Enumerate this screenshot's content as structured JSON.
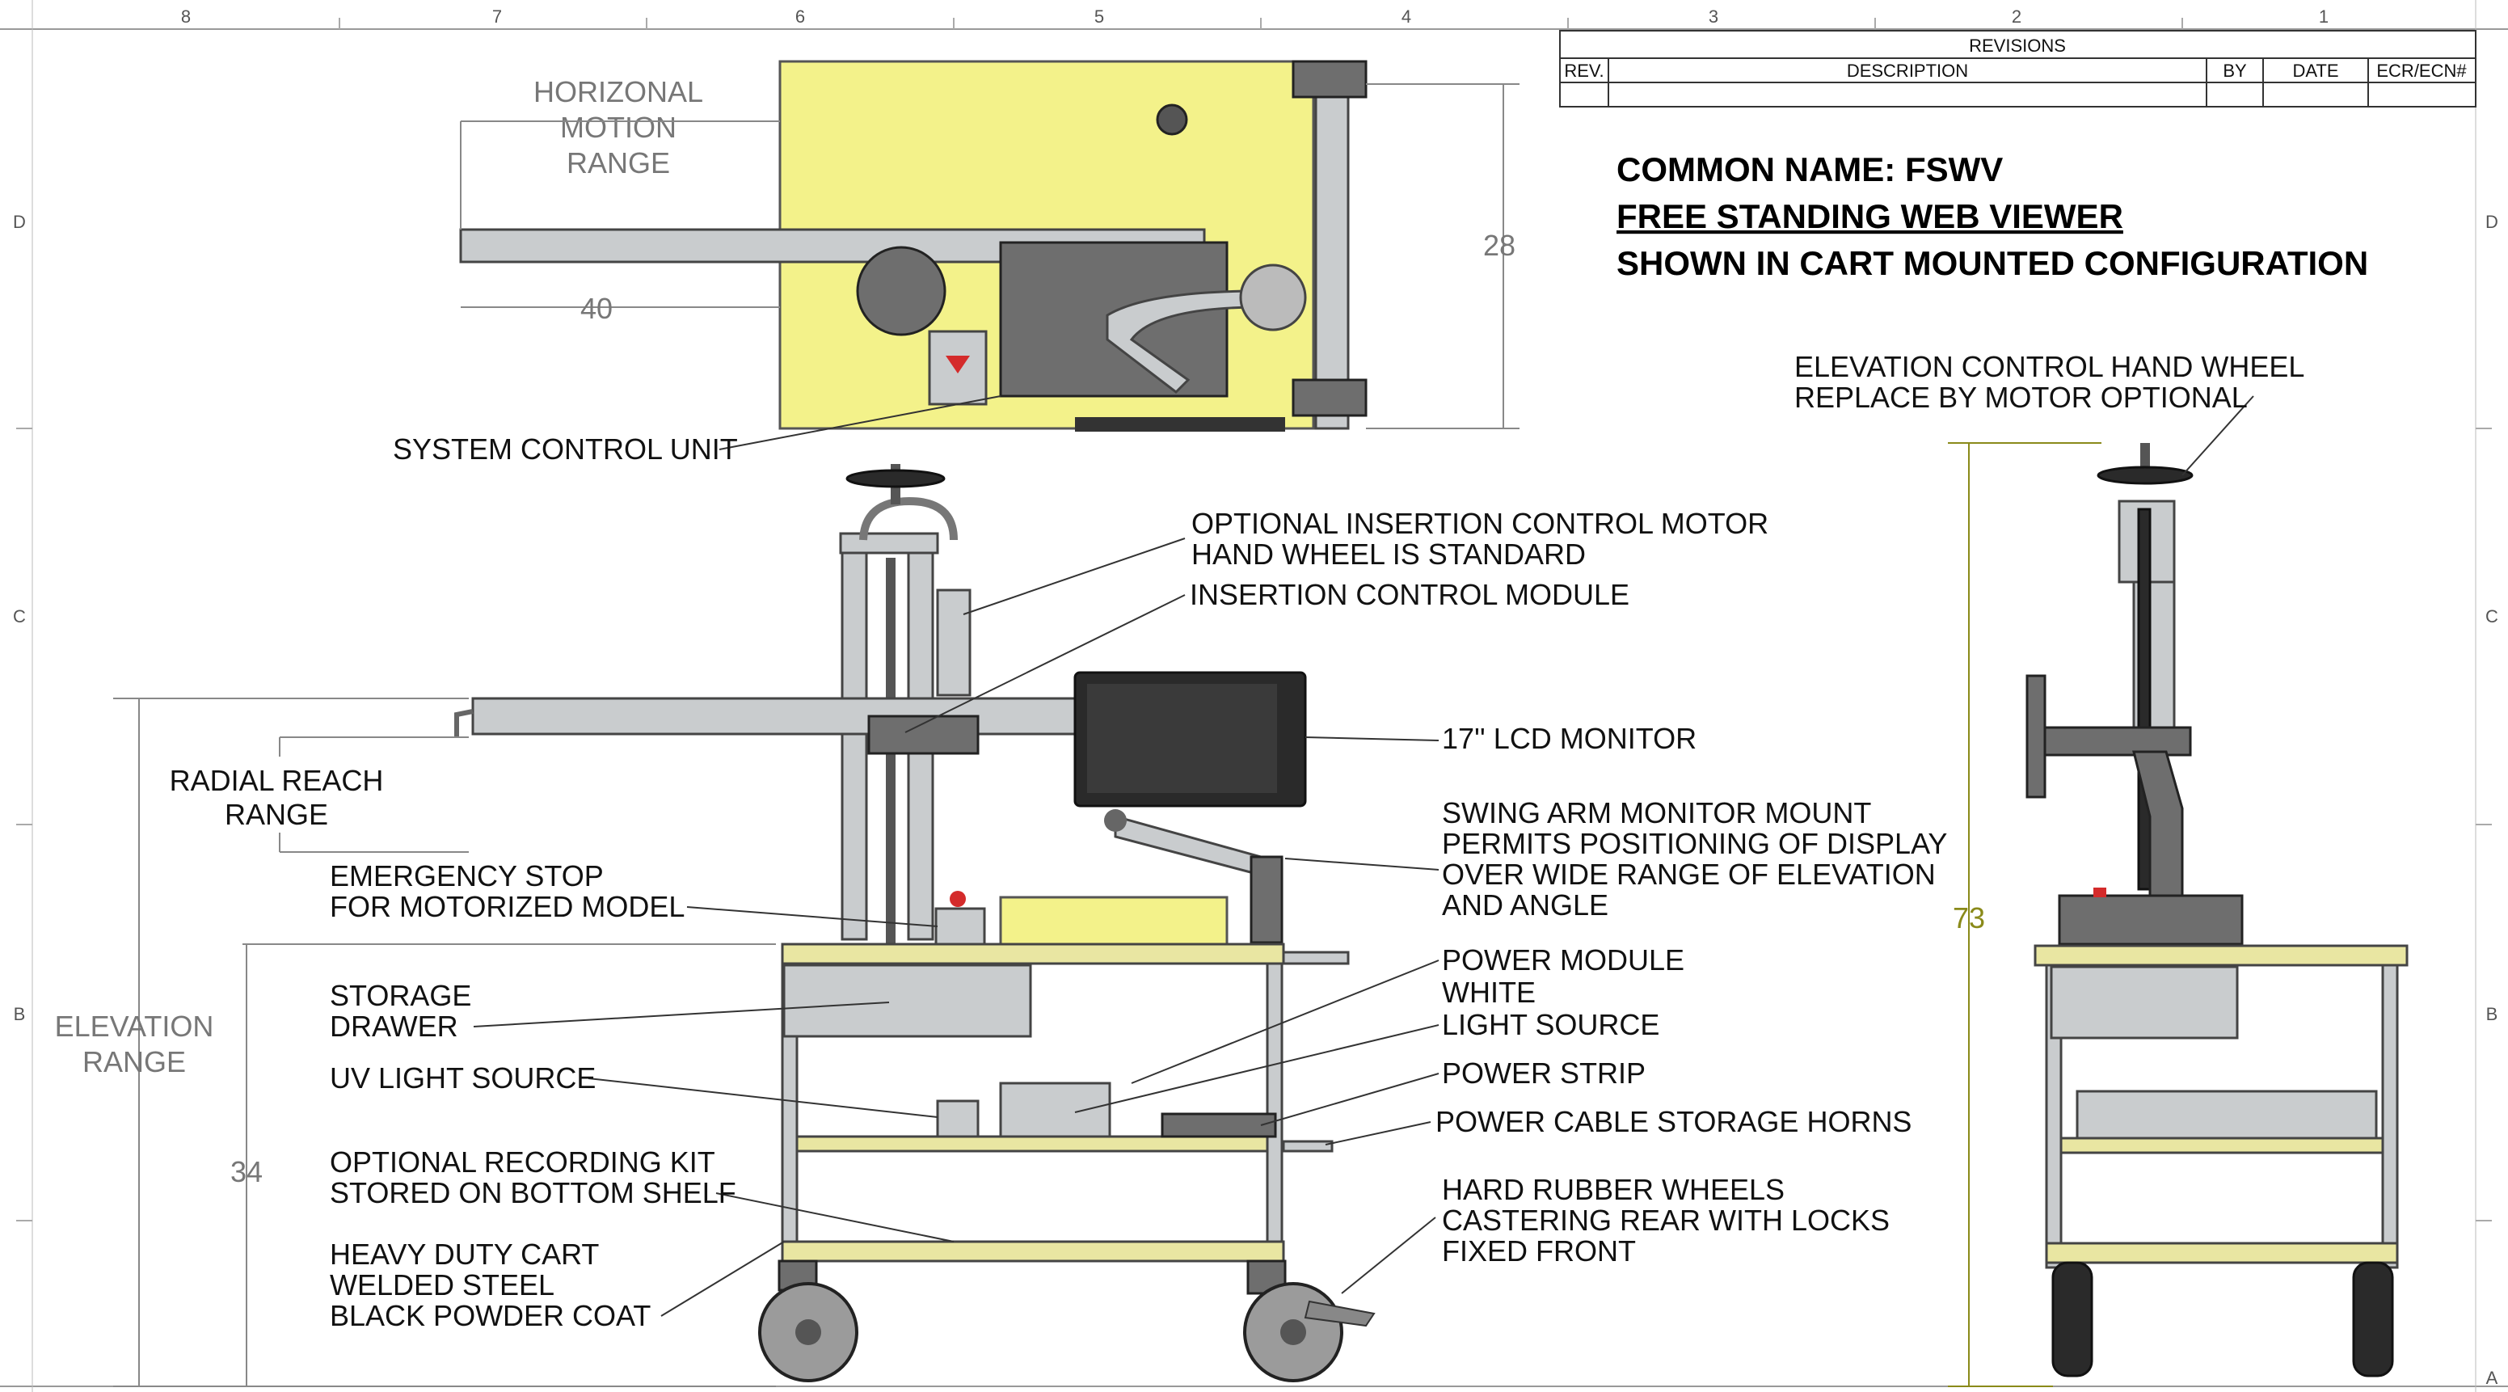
{
  "sheet": {
    "zones_top": [
      "8",
      "7",
      "6",
      "5",
      "4",
      "3",
      "2",
      "1"
    ],
    "zones_side": [
      "D",
      "C",
      "B",
      "A"
    ]
  },
  "revisions": {
    "title": "REVISIONS",
    "headers": [
      "REV.",
      "DESCRIPTION",
      "BY",
      "DATE",
      "ECR/ECN#"
    ]
  },
  "title_block": {
    "line1": "COMMON NAME: FSWV",
    "line2": "FREE STANDING WEB VIEWER",
    "line3": "SHOWN IN CART MOUNTED CONFIGURATION"
  },
  "dimensions": {
    "horizontal_motion": [
      "HORIZONAL",
      "MOTION",
      "RANGE"
    ],
    "width_value": "40",
    "depth_value": "28",
    "radial_reach": [
      "RADIAL REACH",
      "RANGE"
    ],
    "elevation_range": [
      "ELEVATION",
      "RANGE"
    ],
    "cart_height_value": "34",
    "total_height_value": "73"
  },
  "callouts": {
    "system_control_unit": "SYSTEM CONTROL UNIT",
    "insertion_motor": [
      "OPTIONAL INSERTION CONTROL MOTOR",
      "HAND WHEEL IS STANDARD"
    ],
    "insertion_module": "INSERTION CONTROL MODULE",
    "lcd_monitor": "17'' LCD MONITOR",
    "swing_arm": [
      "SWING ARM MONITOR MOUNT",
      "PERMITS POSITIONING OF DISPLAY",
      "OVER WIDE RANGE OF ELEVATION",
      "AND ANGLE"
    ],
    "emergency_stop": [
      "EMERGENCY STOP",
      "FOR MOTORIZED MODEL"
    ],
    "storage_drawer": [
      "STORAGE",
      "DRAWER"
    ],
    "uv_light": "UV LIGHT SOURCE",
    "power_module": "POWER MODULE",
    "white_light": [
      "WHITE",
      "LIGHT SOURCE"
    ],
    "power_strip": "POWER STRIP",
    "cable_horns": "POWER CABLE STORAGE HORNS",
    "recording_kit": [
      "OPTIONAL RECORDING KIT",
      "STORED ON BOTTOM SHELF"
    ],
    "wheels": [
      "HARD RUBBER WHEELS",
      "CASTERING REAR WITH LOCKS",
      "FIXED FRONT"
    ],
    "cart": [
      "HEAVY DUTY CART",
      "WELDED STEEL",
      "BLACK POWDER COAT"
    ],
    "elevation_wheel": [
      "ELEVATION CONTROL HAND WHEEL",
      "REPLACE BY MOTOR OPTIONAL"
    ]
  },
  "colors": {
    "cart_shelf": "#e9e6a2",
    "top_view_plate": "#f3f28a",
    "steel": "#c9ccce",
    "estop_red": "#d42b2b",
    "height_dim": "#8a8a1a"
  }
}
